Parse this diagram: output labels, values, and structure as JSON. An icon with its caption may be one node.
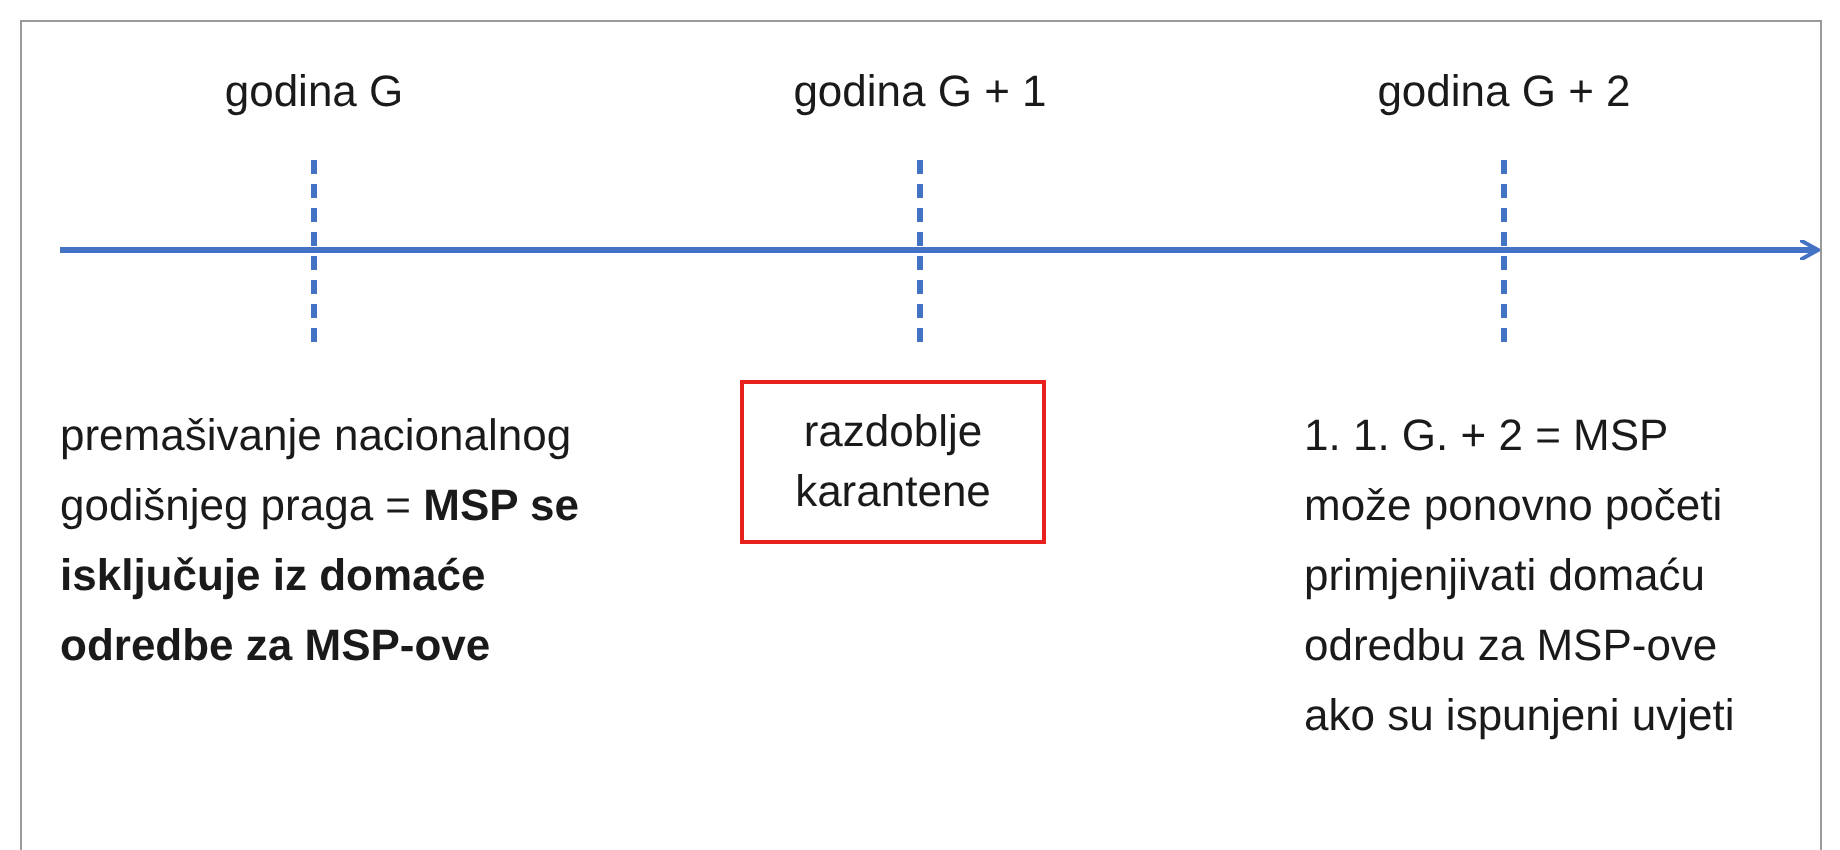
{
  "diagram": {
    "nodes": [
      {
        "text": [
          "razdoblje karantene"
        ]
      }
    ],
    "labels": [
      "godina G",
      "godina G + 1",
      "godina G + 2",
      "premašivanje nacionalnog godišnjeg praga = **MSP se isključuje iz domaće odredbe za MSP-ove**",
      "1. 1. G. + 2 = MSP može ponovno početi primjenjivati domaću odredbu za MSP-ove ako su ispunjeni uvjeti"
    ]
  }
}
